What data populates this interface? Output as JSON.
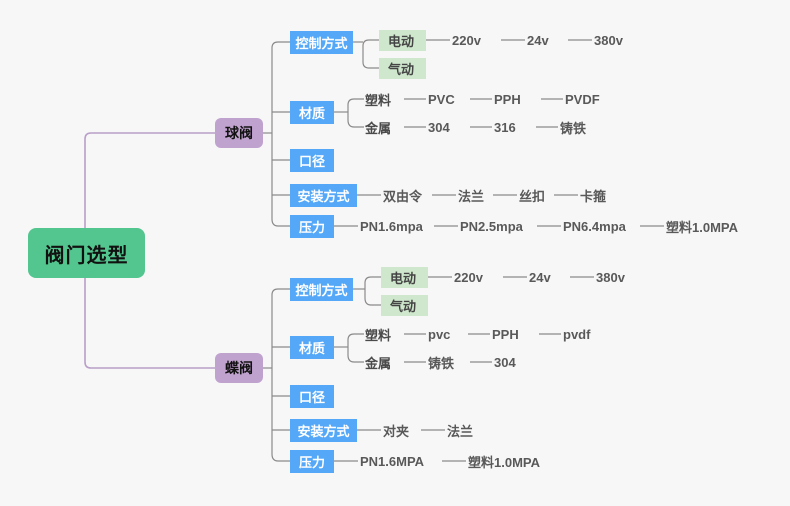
{
  "title": "阀门选型思维导图",
  "colors": {
    "background": "#f7f7f7",
    "root": "#52c68e",
    "branch": "#c0a2cf",
    "category": "#54a8f7",
    "subcategory": "#cfe8cd",
    "connector_root": "#b99fc9",
    "connector_sub": "#8a8a8a",
    "leaf_text": "#595959"
  },
  "root": {
    "label": "阀门选型"
  },
  "branches": [
    {
      "label": "球阀",
      "categories": [
        {
          "label": "控制方式",
          "subs": [
            {
              "label": "电动",
              "leaves": [
                "220v",
                "24v",
                "380v"
              ]
            },
            {
              "label": "气动",
              "leaves": []
            }
          ]
        },
        {
          "label": "材质",
          "items": [
            {
              "label": "塑料",
              "leaves": [
                "PVC",
                "PPH",
                "PVDF"
              ]
            },
            {
              "label": "金属",
              "leaves": [
                "304",
                "316",
                "铸铁"
              ]
            }
          ]
        },
        {
          "label": "口径",
          "leaves": []
        },
        {
          "label": "安装方式",
          "leaves": [
            "双由令",
            "法兰",
            "丝扣",
            "卡箍"
          ]
        },
        {
          "label": "压力",
          "leaves": [
            "PN1.6mpa",
            "PN2.5mpa",
            "PN6.4mpa",
            "塑料1.0MPA"
          ]
        }
      ]
    },
    {
      "label": "蝶阀",
      "categories": [
        {
          "label": "控制方式",
          "subs": [
            {
              "label": "电动",
              "leaves": [
                "220v",
                "24v",
                "380v"
              ]
            },
            {
              "label": "气动",
              "leaves": []
            }
          ]
        },
        {
          "label": "材质",
          "items": [
            {
              "label": "塑料",
              "leaves": [
                "pvc",
                "PPH",
                "pvdf"
              ]
            },
            {
              "label": "金属",
              "leaves": [
                "铸铁",
                "304"
              ]
            }
          ]
        },
        {
          "label": "口径",
          "leaves": []
        },
        {
          "label": "安装方式",
          "leaves": [
            "对夹",
            "法兰"
          ]
        },
        {
          "label": "压力",
          "leaves": [
            "PN1.6MPA",
            "塑料1.0MPA"
          ]
        }
      ]
    }
  ]
}
